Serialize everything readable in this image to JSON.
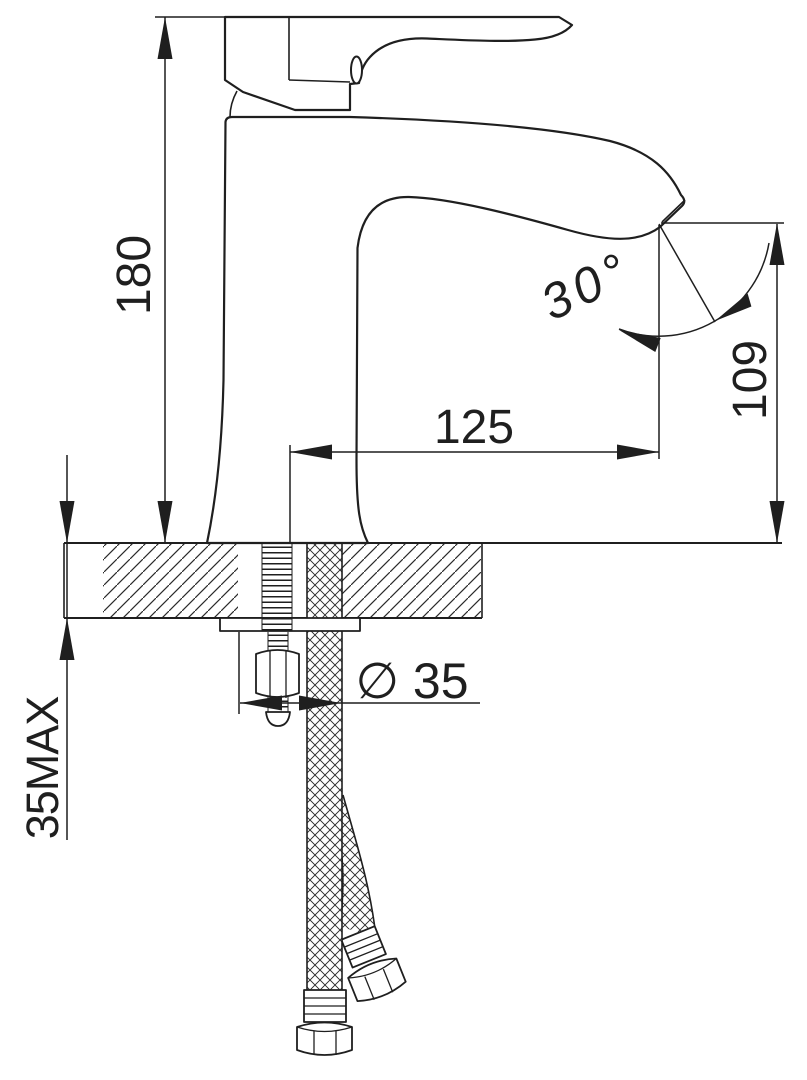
{
  "drawing": {
    "background_color": "#ffffff",
    "line_color": "#1f1f1f",
    "labels": {
      "overall_height": "180",
      "spout_outlet_height": "109",
      "spout_reach": "125",
      "spout_angle": "30°",
      "mounting_hole_diameter": "∅ 35",
      "max_deck_thickness": "35MAX"
    }
  }
}
